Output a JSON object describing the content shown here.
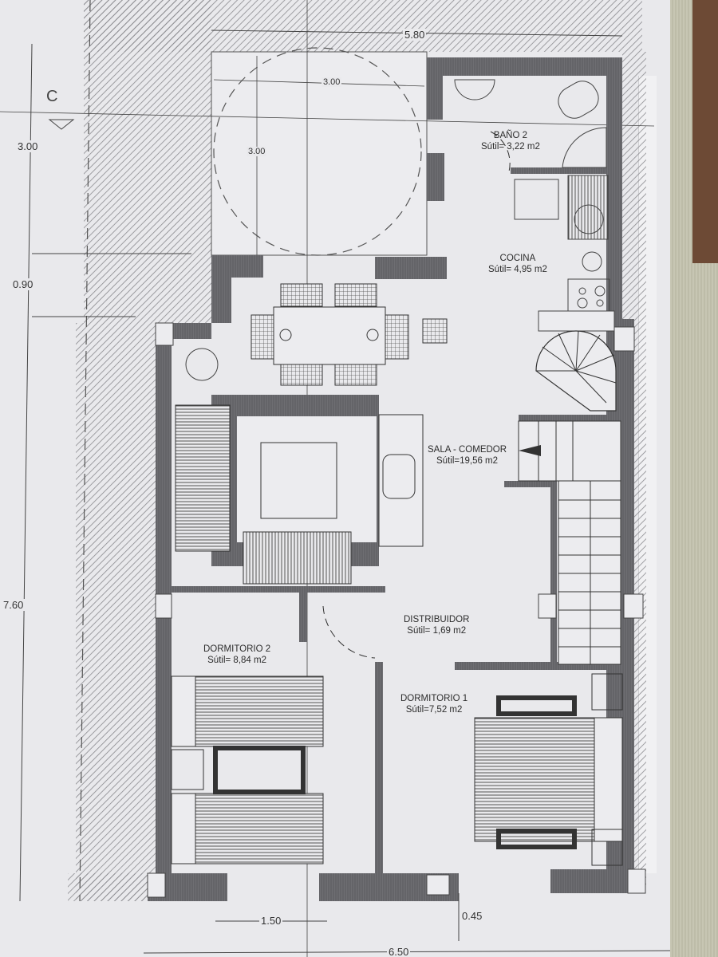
{
  "plan": {
    "section_marker": "C",
    "rooms": [
      {
        "name": "BAÑO 2",
        "area": "Sútil= 3,22 m2"
      },
      {
        "name": "COCINA",
        "area": "Sútil= 4,95 m2"
      },
      {
        "name": "SALA - COMEDOR",
        "area": "Sútil=19,56 m2"
      },
      {
        "name": "DISTRIBUIDOR",
        "area": "Sútil= 1,69 m2"
      },
      {
        "name": "DORMITORIO 2",
        "area": "Sútil= 8,84 m2"
      },
      {
        "name": "DORMITORIO 1",
        "area": "Sútil=7,52 m2"
      }
    ],
    "dimensions": {
      "top_total": "5.80",
      "patio_width": "3.00",
      "patio_depth": "3.00",
      "left_upper": "3.00",
      "left_middle": "0.90",
      "left_total": "7.60",
      "bottom_window": "1.50",
      "bottom_offset": "0.45",
      "bottom_total": "6.50"
    }
  }
}
